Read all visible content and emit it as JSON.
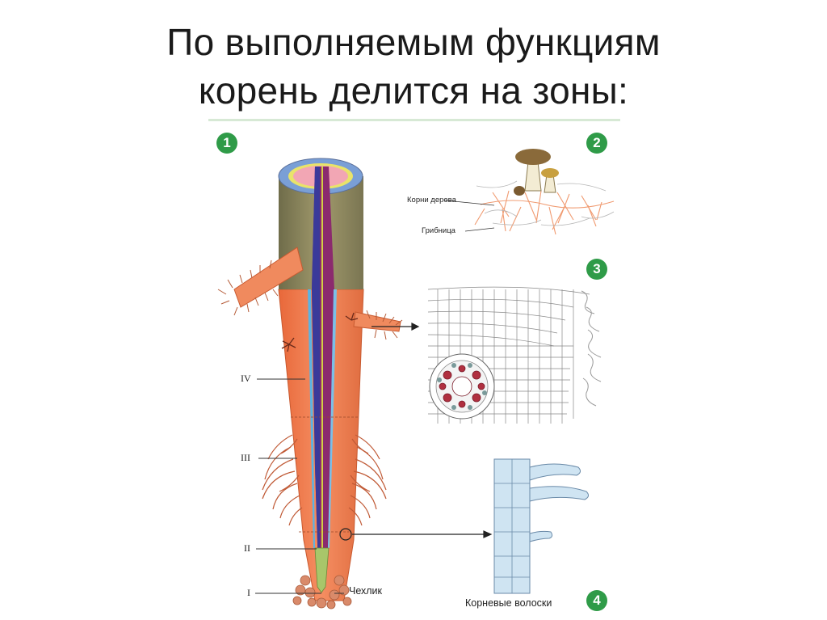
{
  "slide": {
    "title_line1": "По выполняемым функциям",
    "title_line2": "корень делится на зоны:"
  },
  "figure": {
    "badges": [
      "1",
      "2",
      "3",
      "4"
    ],
    "zone_labels": [
      "IV",
      "III",
      "II",
      "I"
    ],
    "cap_label": "Чехлик",
    "mycorrhiza_labels": {
      "tree_roots": "Корни дерева",
      "mycelium": "Грибница"
    },
    "root_hairs_label": "Корневые волоски",
    "colors": {
      "badge": "#2f9b48",
      "root_tissue": "#f0865a",
      "bark": "#8a8a5e",
      "xylem": "#8b2a6e",
      "cap": "#a8c66a"
    }
  }
}
